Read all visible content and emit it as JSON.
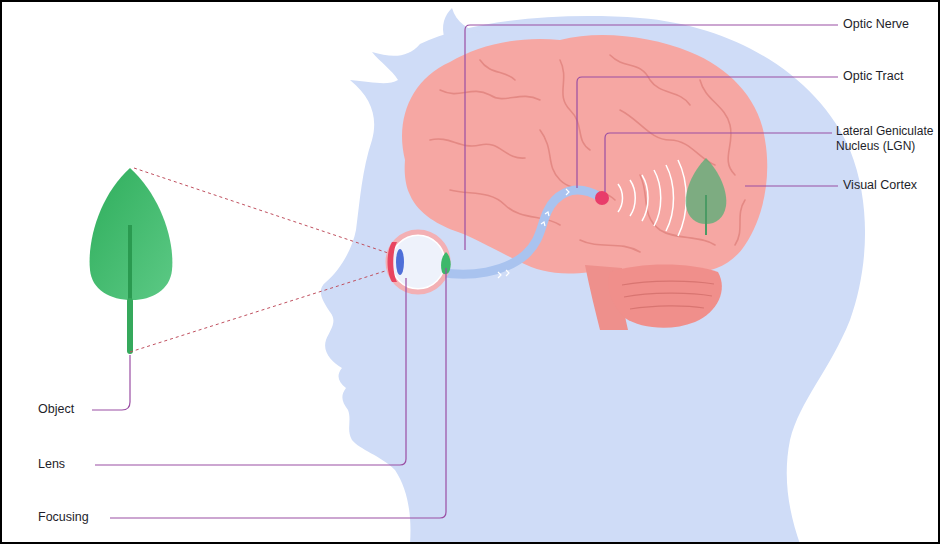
{
  "diagram": {
    "labels": [
      "Optic Nerve",
      "Optic Tract",
      "Lateral Geniculate Nucleus (LGN)",
      "Visual Cortex",
      "Object",
      "Lens",
      "Focusing"
    ]
  }
}
